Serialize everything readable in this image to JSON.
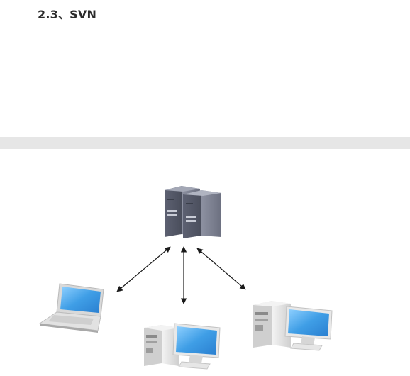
{
  "section": {
    "heading": "2.3、SVN"
  },
  "diagram": {
    "nodes": [
      {
        "id": "server",
        "icon": "server-tower-icon"
      },
      {
        "id": "laptop",
        "icon": "laptop-icon"
      },
      {
        "id": "desktop-center",
        "icon": "desktop-computer-icon"
      },
      {
        "id": "desktop-right",
        "icon": "desktop-computer-icon"
      }
    ],
    "edges": [
      {
        "from": "server",
        "to": "laptop",
        "bidirectional": true
      },
      {
        "from": "server",
        "to": "desktop-center",
        "bidirectional": true
      },
      {
        "from": "server",
        "to": "desktop-right",
        "bidirectional": true
      }
    ],
    "colors": {
      "server_body": "#7b7f8f",
      "screen": "#4aa8e8",
      "case": "#e4e4e4",
      "arrow": "#1a1a1a"
    }
  }
}
